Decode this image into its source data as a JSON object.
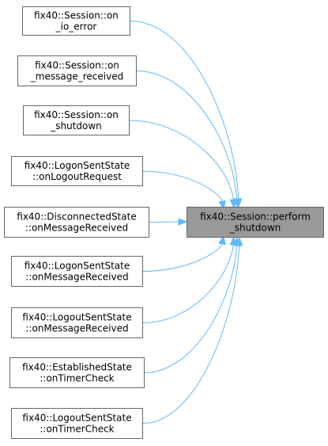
{
  "diagram": {
    "type": "call-graph",
    "focus_node": {
      "id": "perform_shutdown",
      "lines": [
        "fix40::Session::perform",
        "_shutdown"
      ]
    },
    "caller_nodes": [
      {
        "id": "on_io_error",
        "lines": [
          "fix40::Session::on",
          "_io_error"
        ]
      },
      {
        "id": "on_message_received",
        "lines": [
          "fix40::Session::on",
          "_message_received"
        ]
      },
      {
        "id": "on_shutdown",
        "lines": [
          "fix40::Session::on",
          "_shutdown"
        ]
      },
      {
        "id": "logon_sent_on_logout_request",
        "lines": [
          "fix40::LogonSentState",
          "::onLogoutRequest"
        ]
      },
      {
        "id": "disconnected_on_message_received",
        "lines": [
          "fix40::DisconnectedState",
          "::onMessageReceived"
        ]
      },
      {
        "id": "logon_sent_on_message_received",
        "lines": [
          "fix40::LogonSentState",
          "::onMessageReceived"
        ]
      },
      {
        "id": "logout_sent_on_message_received",
        "lines": [
          "fix40::LogoutSentState",
          "::onMessageReceived"
        ]
      },
      {
        "id": "established_on_timer_check",
        "lines": [
          "fix40::EstablishedState",
          "::onTimerCheck"
        ]
      },
      {
        "id": "logout_sent_on_timer_check",
        "lines": [
          "fix40::LogoutSentState",
          "::onTimerCheck"
        ]
      }
    ],
    "edges": [
      {
        "from": "on_io_error",
        "to": "perform_shutdown"
      },
      {
        "from": "on_message_received",
        "to": "perform_shutdown"
      },
      {
        "from": "on_shutdown",
        "to": "perform_shutdown"
      },
      {
        "from": "logon_sent_on_logout_request",
        "to": "perform_shutdown"
      },
      {
        "from": "disconnected_on_message_received",
        "to": "perform_shutdown"
      },
      {
        "from": "logon_sent_on_message_received",
        "to": "perform_shutdown"
      },
      {
        "from": "logout_sent_on_message_received",
        "to": "perform_shutdown"
      },
      {
        "from": "established_on_timer_check",
        "to": "perform_shutdown"
      },
      {
        "from": "logout_sent_on_timer_check",
        "to": "perform_shutdown"
      }
    ],
    "colors": {
      "edge": "#63b8ff",
      "focus_fill": "#999999",
      "node_fill": "#ffffff",
      "node_border": "#666666"
    }
  }
}
